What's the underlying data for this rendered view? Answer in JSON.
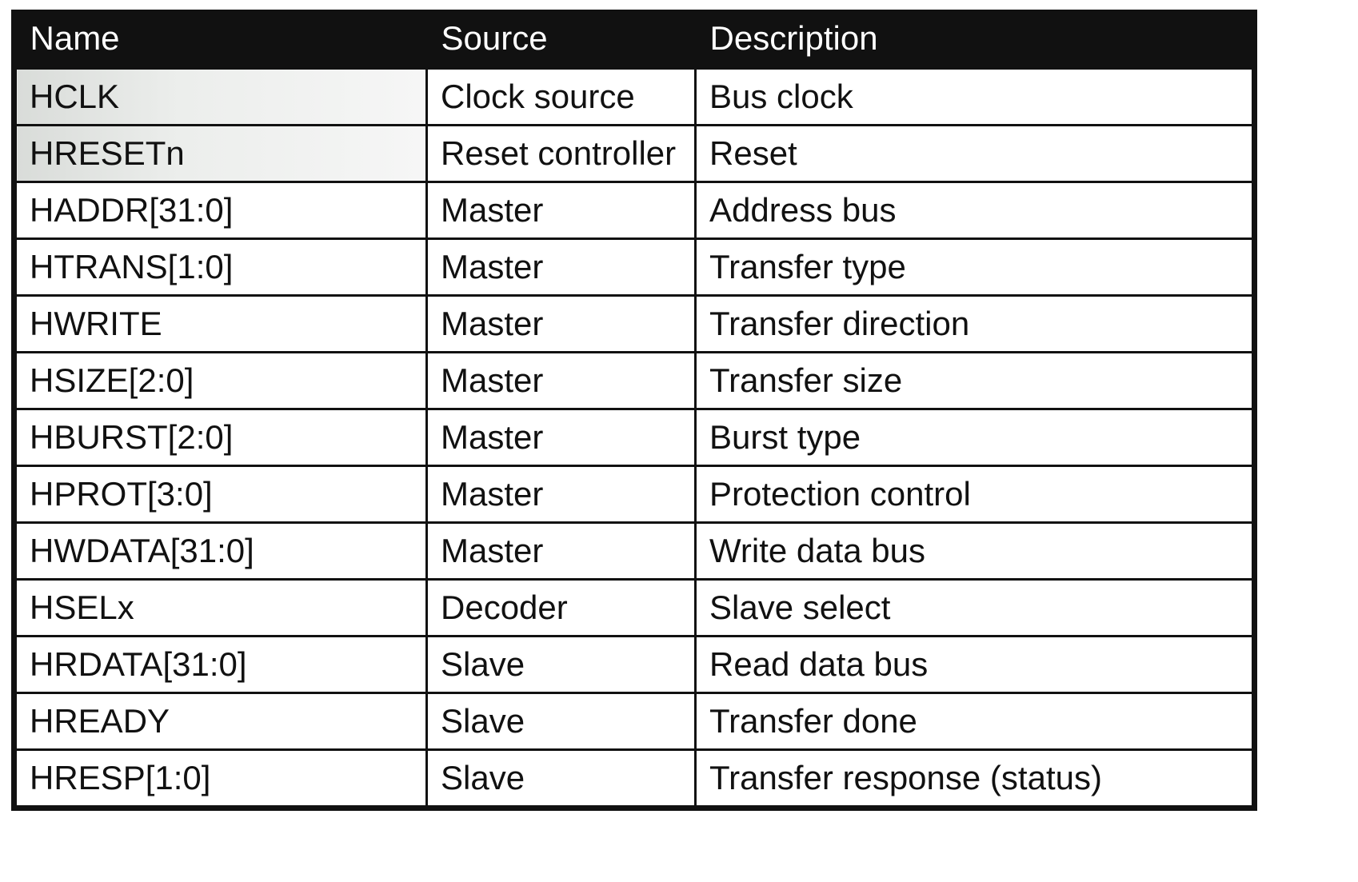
{
  "table": {
    "headers": [
      "Name",
      "Source",
      "Description"
    ],
    "rows": [
      {
        "name": "HCLK",
        "source": "Clock source",
        "description": "Bus clock"
      },
      {
        "name": "HRESETn",
        "source": "Reset controller",
        "description": "Reset"
      },
      {
        "name": "HADDR[31:0]",
        "source": "Master",
        "description": "Address bus"
      },
      {
        "name": "HTRANS[1:0]",
        "source": "Master",
        "description": "Transfer type"
      },
      {
        "name": "HWRITE",
        "source": "Master",
        "description": "Transfer direction"
      },
      {
        "name": "HSIZE[2:0]",
        "source": "Master",
        "description": "Transfer size"
      },
      {
        "name": "HBURST[2:0]",
        "source": "Master",
        "description": "Burst type"
      },
      {
        "name": "HPROT[3:0]",
        "source": "Master",
        "description": "Protection control"
      },
      {
        "name": "HWDATA[31:0]",
        "source": "Master",
        "description": "Write data bus"
      },
      {
        "name": "HSELx",
        "source": "Decoder",
        "description": "Slave select"
      },
      {
        "name": "HRDATA[31:0]",
        "source": "Slave",
        "description": "Read data bus"
      },
      {
        "name": "HREADY",
        "source": "Slave",
        "description": "Transfer done"
      },
      {
        "name": "HRESP[1:0]",
        "source": "Slave",
        "description": "Transfer response (status)"
      }
    ]
  }
}
